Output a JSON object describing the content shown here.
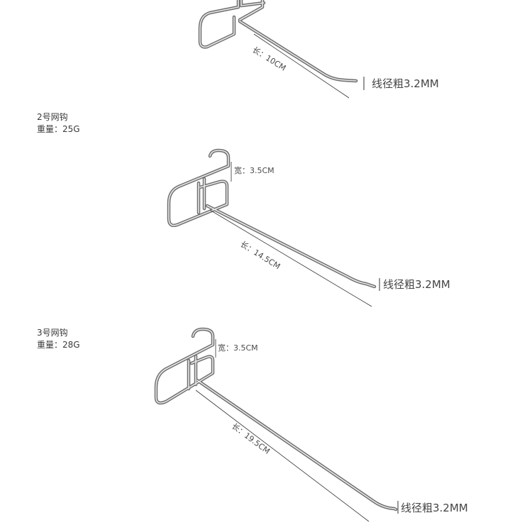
{
  "accent": "#c9c9c9",
  "hooks": [
    {
      "id": "hook-1",
      "length_label": "长：10CM",
      "wire_label": "线径粗3.2MM"
    },
    {
      "id": "hook-2",
      "name": "2号网钩",
      "weight": "重量：25G",
      "width_label": "宽：3.5CM",
      "length_label": "长：14.5CM",
      "wire_label": "线径粗3.2MM"
    },
    {
      "id": "hook-3",
      "name": "3号网钩",
      "weight": "重量：28G",
      "width_label": "宽：3.5CM",
      "length_label": "长：19.5CM",
      "wire_label": "线径粗3.2MM"
    }
  ]
}
